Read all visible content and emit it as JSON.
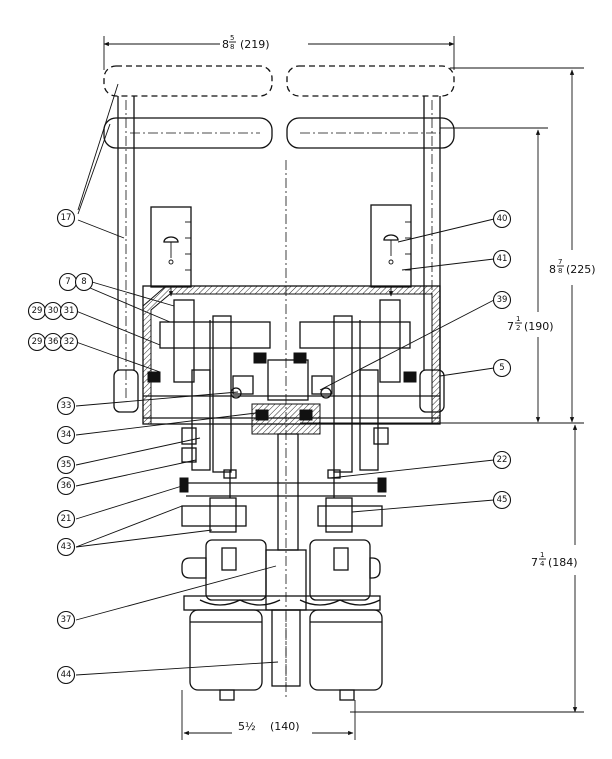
{
  "dimensions": {
    "top_width": {
      "whole": "8",
      "num": "5",
      "den": "8",
      "mm": "(219)"
    },
    "overall_height": {
      "whole": "8",
      "num": "7",
      "den": "8",
      "mm": "(225)"
    },
    "upper_height": {
      "whole": "7",
      "num": "1",
      "den": "2",
      "mm": "(190)"
    },
    "lower_height": {
      "whole": "7",
      "num": "1",
      "den": "4",
      "mm": "(184)"
    },
    "bottom_width": {
      "text": "5½",
      "mm": "(140)"
    }
  },
  "callouts": {
    "c17": "17",
    "c7": "7",
    "c8": "8",
    "c29": "29",
    "c30": "30",
    "c31": "31",
    "c29b": "29",
    "c36": "36",
    "c32": "32",
    "c33": "33",
    "c34": "34",
    "c35": "35",
    "c36b": "36",
    "c21": "21",
    "c43": "43",
    "c37": "37",
    "c44": "44",
    "c40": "40",
    "c41": "41",
    "c39": "39",
    "c5": "5",
    "c22": "22",
    "c45": "45"
  }
}
